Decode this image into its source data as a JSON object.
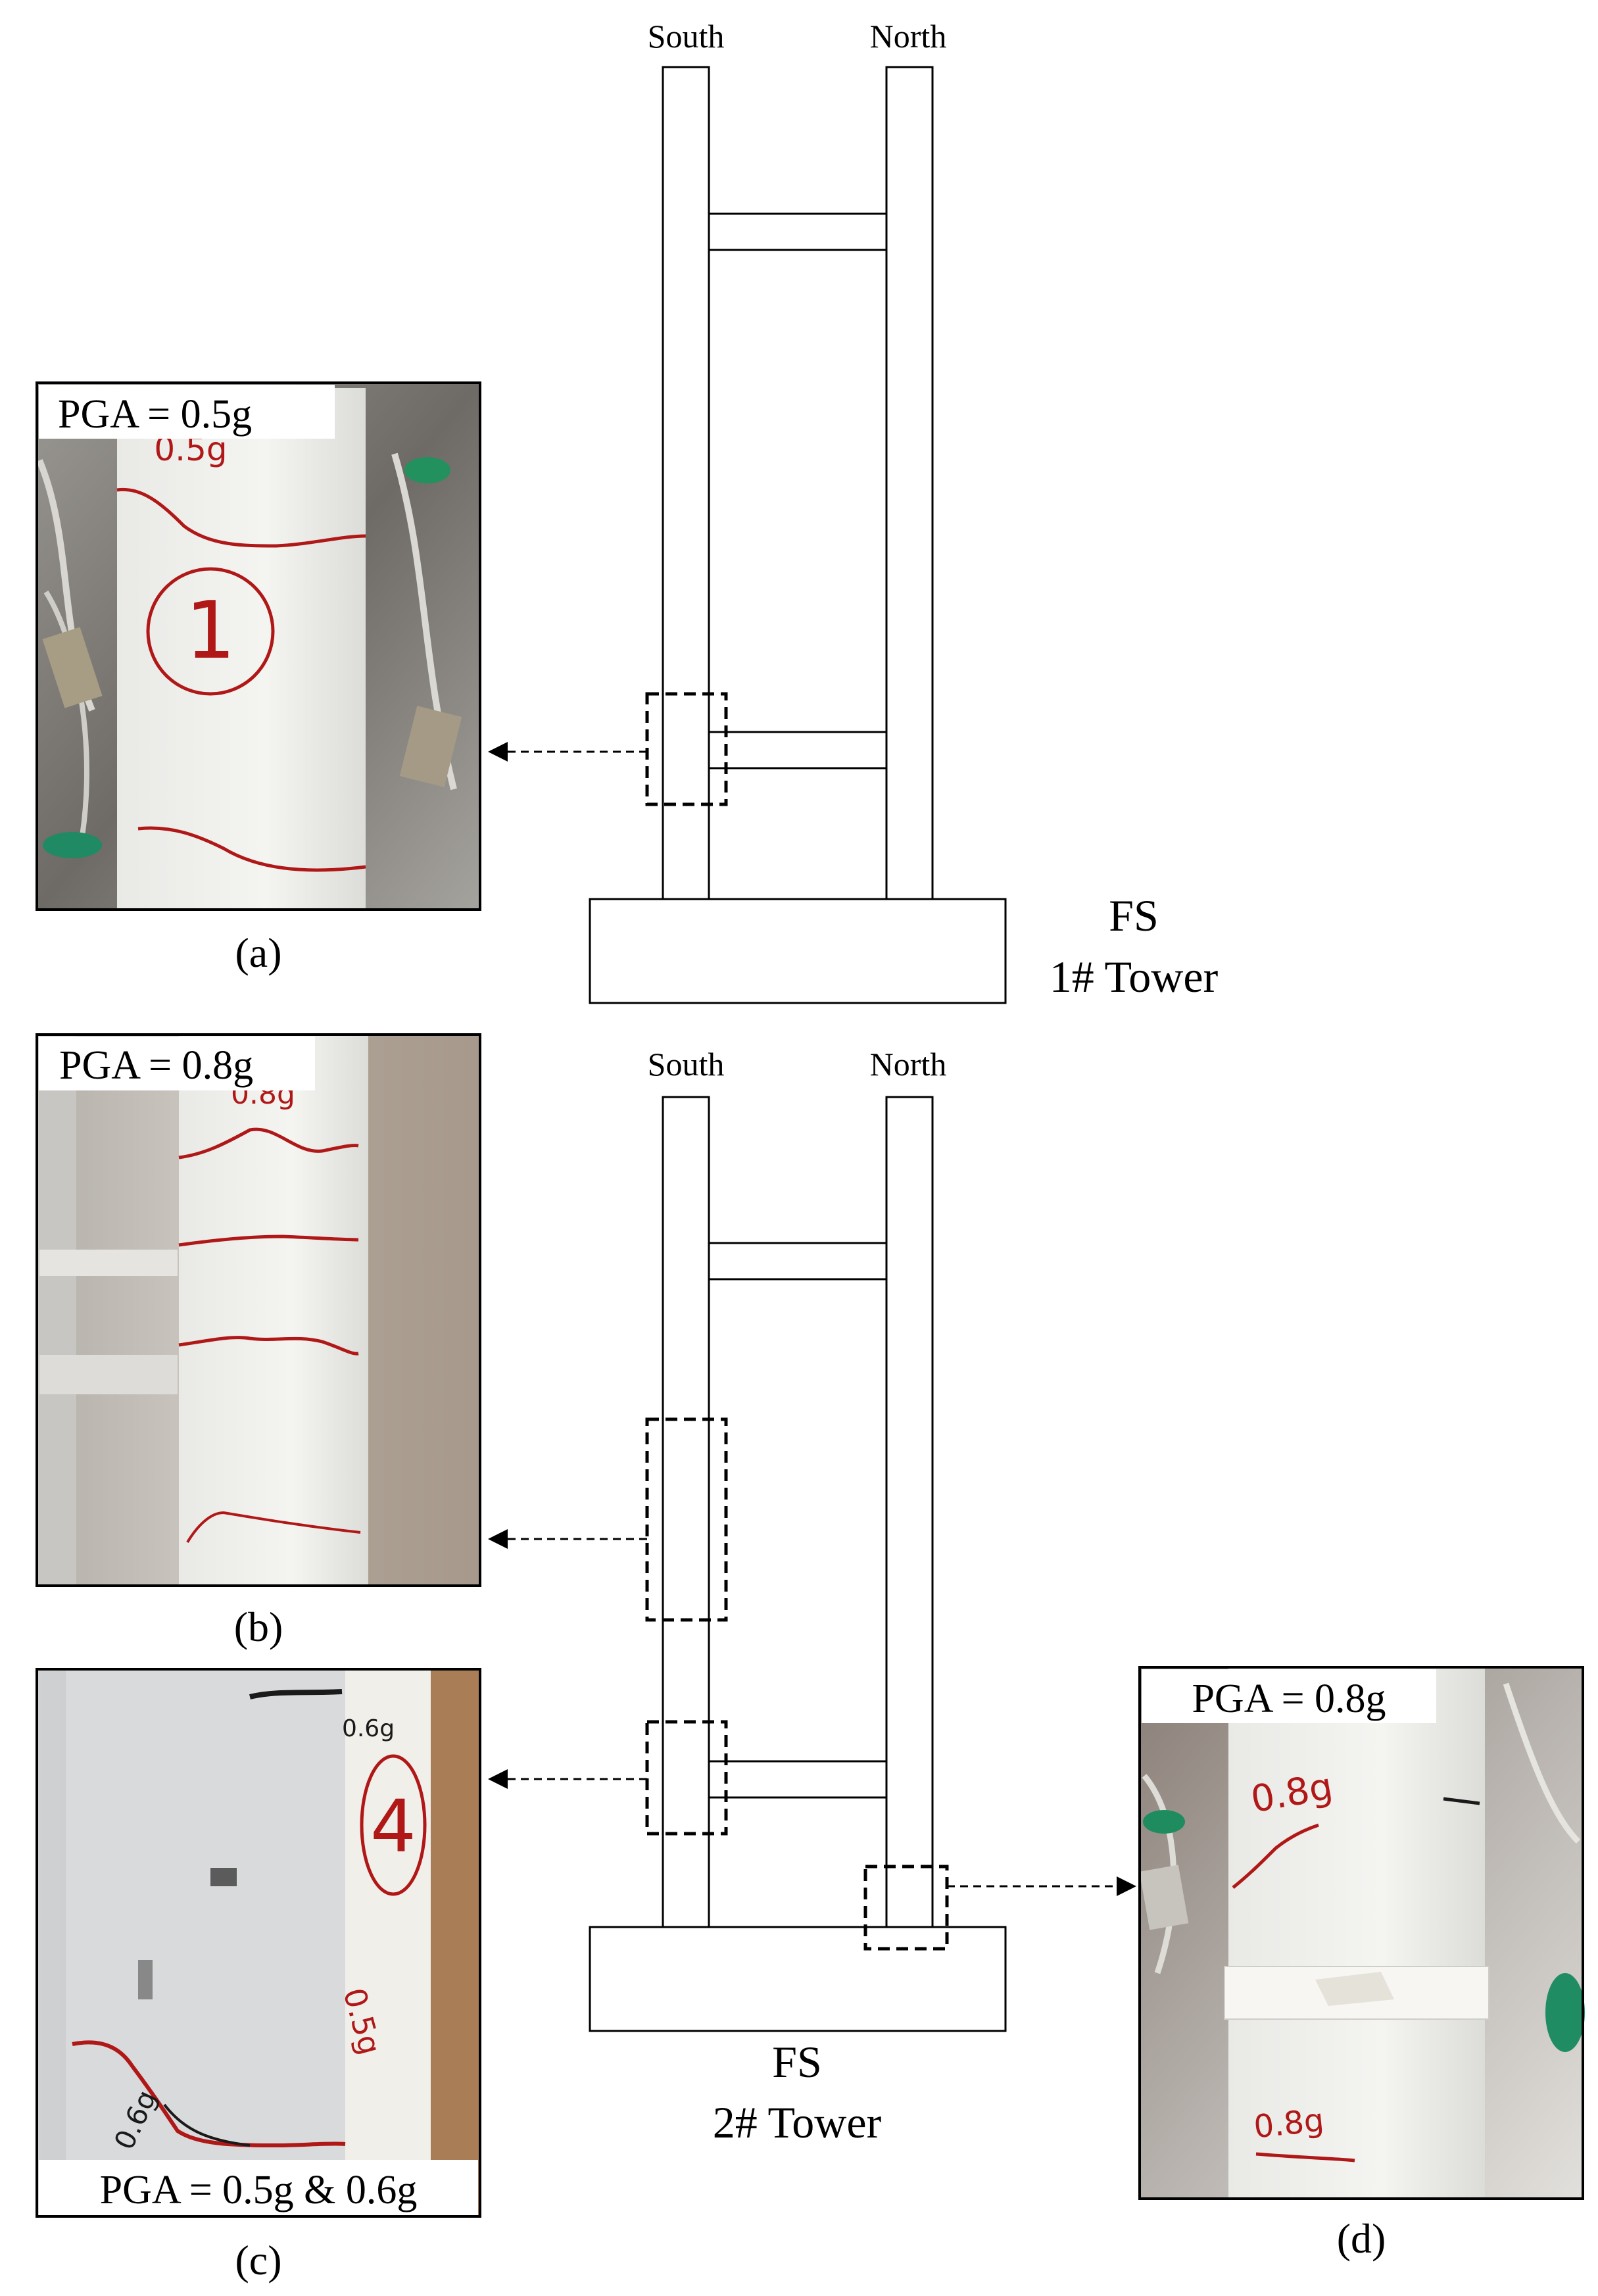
{
  "tower1": {
    "south_label": "South",
    "north_label": "North",
    "title_line1": "FS",
    "title_line2": "1# Tower"
  },
  "tower2": {
    "south_label": "South",
    "north_label": "North",
    "title_line1": "FS",
    "title_line2": "2# Tower"
  },
  "panels": {
    "a": {
      "caption": "(a)",
      "pga_label": "PGA = 0.5g",
      "marks": {
        "top": "0.5g",
        "number": "1"
      }
    },
    "b": {
      "caption": "(b)",
      "pga_label": "PGA = 0.8g",
      "marks": {
        "top": "0.8g"
      }
    },
    "c": {
      "caption": "(c)",
      "pga_label": "PGA = 0.5g & 0.6g",
      "marks": {
        "top": "0.6g",
        "number": "4",
        "left": "0.6g",
        "right": "0.5g"
      }
    },
    "d": {
      "caption": "(d)",
      "pga_label": "PGA = 0.8g",
      "marks": {
        "top": "0.8g",
        "bottom": "0.8g"
      }
    }
  },
  "colors": {
    "line": "#000000",
    "crack_red": "#b01818",
    "column_white": "#eeeeec",
    "photo_background": "#8c8a86"
  }
}
